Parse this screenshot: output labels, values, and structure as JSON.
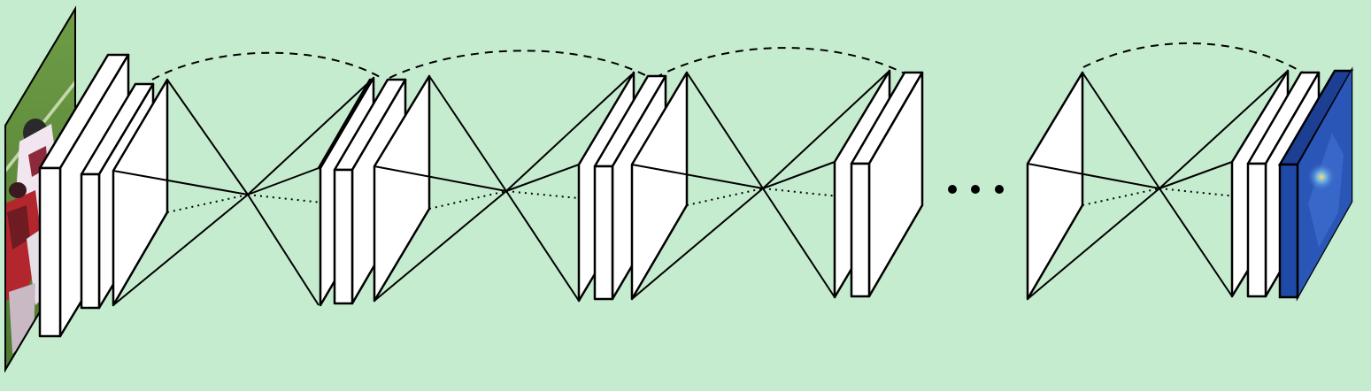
{
  "diagram": {
    "kind": "stacked-hourglass-network",
    "input_image": {
      "icon": "football-player-photo-icon"
    },
    "output_image": {
      "icon": "heatmap-output-icon"
    },
    "hourglass_stages": 4,
    "ellipsis_between_stages": true,
    "skip_connections": 4,
    "colors": {
      "background": "#c6ecd0",
      "block_fill": "#ffffff",
      "stroke": "#000000",
      "heatmap_base": "#1f4aa8",
      "input_grass": "#5e8f3e"
    }
  }
}
